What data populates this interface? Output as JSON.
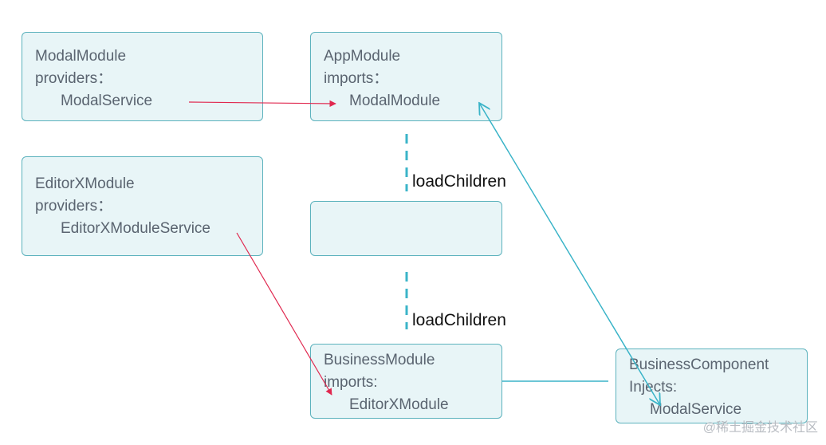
{
  "nodes": {
    "modal_module": {
      "title": "ModalModule",
      "label": "providers：",
      "item": "ModalService"
    },
    "app_module": {
      "title": "AppModule",
      "label": "imports：",
      "item": "ModalModule"
    },
    "editorx_module": {
      "title": "EditorXModule",
      "label": "providers：",
      "item": "EditorXModuleService"
    },
    "business_module": {
      "title": "BusinessModule",
      "label": "imports:",
      "item": "EditorXModule"
    },
    "business_component": {
      "title": "BusinessComponent",
      "label": "Injects:",
      "item": "ModalService"
    }
  },
  "edges": {
    "load_children_1": "loadChildren",
    "load_children_2": "loadChildren"
  },
  "watermark": "@稀土掘金技术社区",
  "colors": {
    "box_fill": "#e8f5f7",
    "box_border": "#5cb2bd",
    "red_arrow": "#e0284f",
    "teal_arrow": "#3bb4c8"
  }
}
